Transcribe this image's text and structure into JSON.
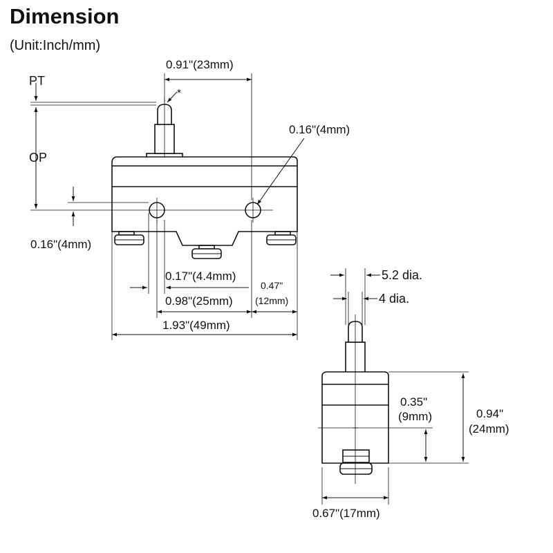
{
  "header": {
    "title": "Dimension",
    "unit": "(Unit:Inch/mm)"
  },
  "front_view": {
    "label_pt": "PT",
    "label_op": "OP",
    "dim_top_width": "0.91\"(23mm)",
    "asterisk": "*",
    "dim_hole_right": "0.16\"(4mm)",
    "dim_hole_left": "0.16\"(4mm)",
    "dim_hole_spacing_small": "0.17\"(4.4mm)",
    "dim_hole_spacing": "0.98\"(25mm)",
    "dim_right_inch": "0.47\"",
    "dim_right_mm": "(12mm)",
    "dim_total_width": "1.93\"(49mm)"
  },
  "side_view": {
    "dim_plunger_outer": "5.2 dia.",
    "dim_plunger_inner": "4 dia.",
    "dim_mount_inch": "0.35\"",
    "dim_mount_mm": "(9mm)",
    "dim_height_inch": "0.94\"",
    "dim_height_mm": "(24mm)",
    "dim_width": "0.67\"(17mm)"
  }
}
